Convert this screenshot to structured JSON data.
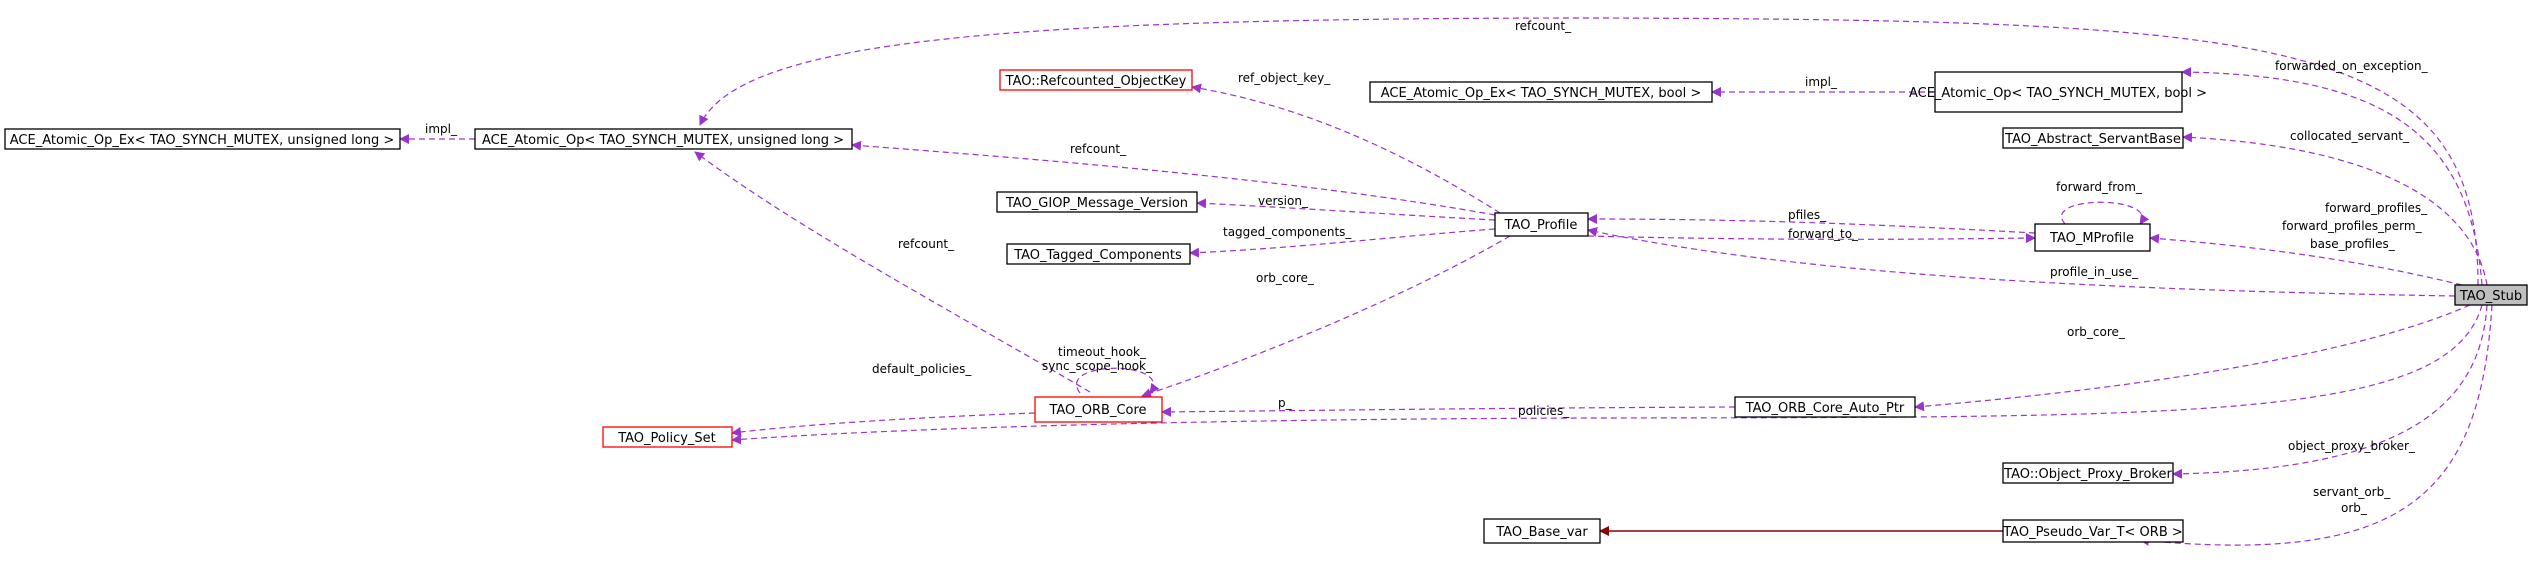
{
  "nodes": {
    "tao_stub": "TAO_Stub",
    "ace_atomic_op_ex_ulong": "ACE_Atomic_Op_Ex< TAO_SYNCH_MUTEX, unsigned long >",
    "ace_atomic_op_ulong": "ACE_Atomic_Op< TAO_SYNCH_MUTEX, unsigned long >",
    "refcounted_objectkey": "TAO::Refcounted_ObjectKey",
    "ace_atomic_op_ex_bool": "ACE_Atomic_Op_Ex< TAO_SYNCH_MUTEX, bool >",
    "ace_atomic_op_bool": "ACE_Atomic_Op< TAO_SYNCH_MUTEX, bool >",
    "abstract_servantbase": "TAO_Abstract_ServantBase",
    "giop_message_version": "TAO_GIOP_Message_Version",
    "tao_profile": "TAO_Profile",
    "tao_mprofile": "TAO_MProfile",
    "tagged_components": "TAO_Tagged_Components",
    "orb_core": "TAO_ORB_Core",
    "orb_core_auto_ptr": "TAO_ORB_Core_Auto_Ptr",
    "policy_set": "TAO_Policy_Set",
    "object_proxy_broker": "TAO::Object_Proxy_Broker",
    "base_var": "TAO_Base_var",
    "pseudo_var_orb": "TAO_Pseudo_Var_T< ORB >"
  },
  "edges": {
    "refcount_top": "refcount_",
    "refcount_mid": "refcount_",
    "refcount_orb": "refcount_",
    "impl_left": "impl_",
    "impl_right": "impl_",
    "forwarded_on_exception": "forwarded_on_exception_",
    "collocated_servant": "collocated_servant_",
    "ref_object_key": "ref_object_key_",
    "version": "version_",
    "tagged_components": "tagged_components_",
    "pfiles": "pfiles_",
    "forward_to": "forward_to_",
    "forward_from": "forward_from_",
    "forward_profiles": "forward_profiles_",
    "forward_profiles_perm": "forward_profiles_perm_",
    "base_profiles": "base_profiles_",
    "profile_in_use": "profile_in_use_",
    "orb_core_profile": "orb_core_",
    "orb_core_stub": "orb_core_",
    "timeout_hook": "timeout_hook_",
    "sync_scope_hook": "sync_scope_hook_",
    "default_policies": "default_policies_",
    "p": "p_",
    "policies": "policies_",
    "object_proxy_broker": "object_proxy_broker_",
    "servant_orb": "servant_orb_",
    "orb": "orb_"
  },
  "colors": {
    "member_edge": "#9a32cd",
    "inherit_edge": "#8b0000",
    "highlight_fill": "#bfbfbf",
    "template_border": "#ff0000"
  }
}
